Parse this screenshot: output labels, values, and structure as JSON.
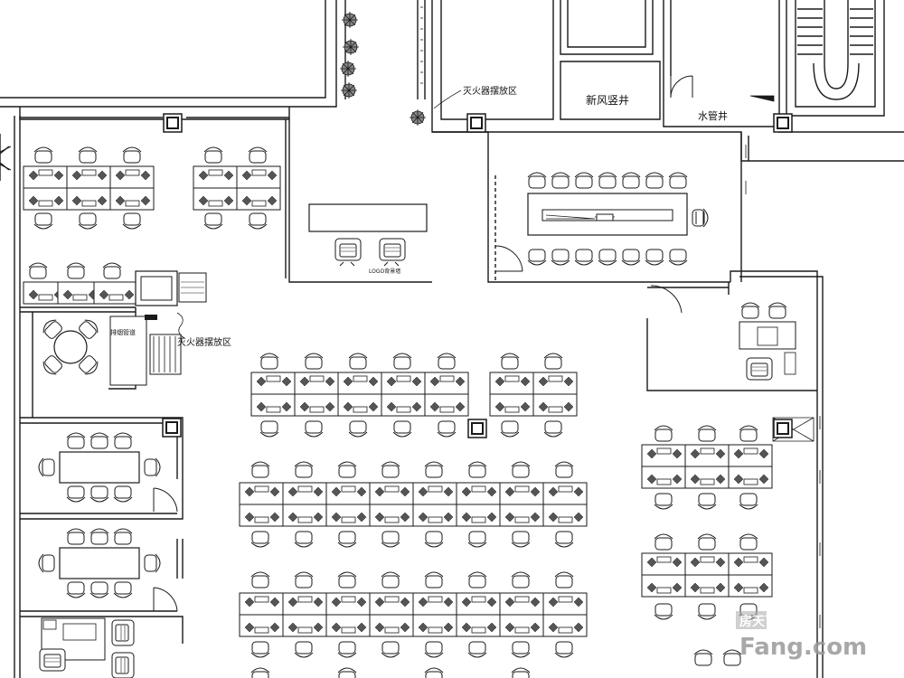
{
  "labels": {
    "extinguisher_area_top": "灭火器摆放区",
    "fresh_air_shaft": "新风竖井",
    "water_pipe_shaft": "水管井",
    "logo_wall": "LOGO背景墙",
    "exhaust_duct": "排烟管道",
    "extinguisher_area_mid": "灭火器摆放区"
  },
  "watermark": {
    "cn": "房天下",
    "brand": "Fang.com"
  },
  "colors": {
    "line": "#1a1a1a",
    "paper": "#ffffff",
    "watermark": "#9a9a9a"
  }
}
